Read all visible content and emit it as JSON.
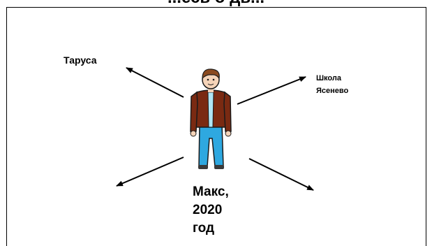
{
  "title": "...есь о дв...",
  "labels": {
    "top_left": "Таруса",
    "top_right_line1": "Школа",
    "top_right_line2": "Ясенево"
  },
  "caption": {
    "line1": "Макс,",
    "line2": "2020",
    "line3": "год"
  },
  "figure": {
    "icon": "boy-icon",
    "colors": {
      "hair": "#8b4a1f",
      "skin": "#f5d3b8",
      "jacket": "#7a2a12",
      "shirt": "#b0e6f5",
      "pants": "#2ea8e0",
      "shoes": "#3a3a3a"
    }
  },
  "arrows": [
    "up-left",
    "up-right",
    "down-left",
    "down-right"
  ]
}
